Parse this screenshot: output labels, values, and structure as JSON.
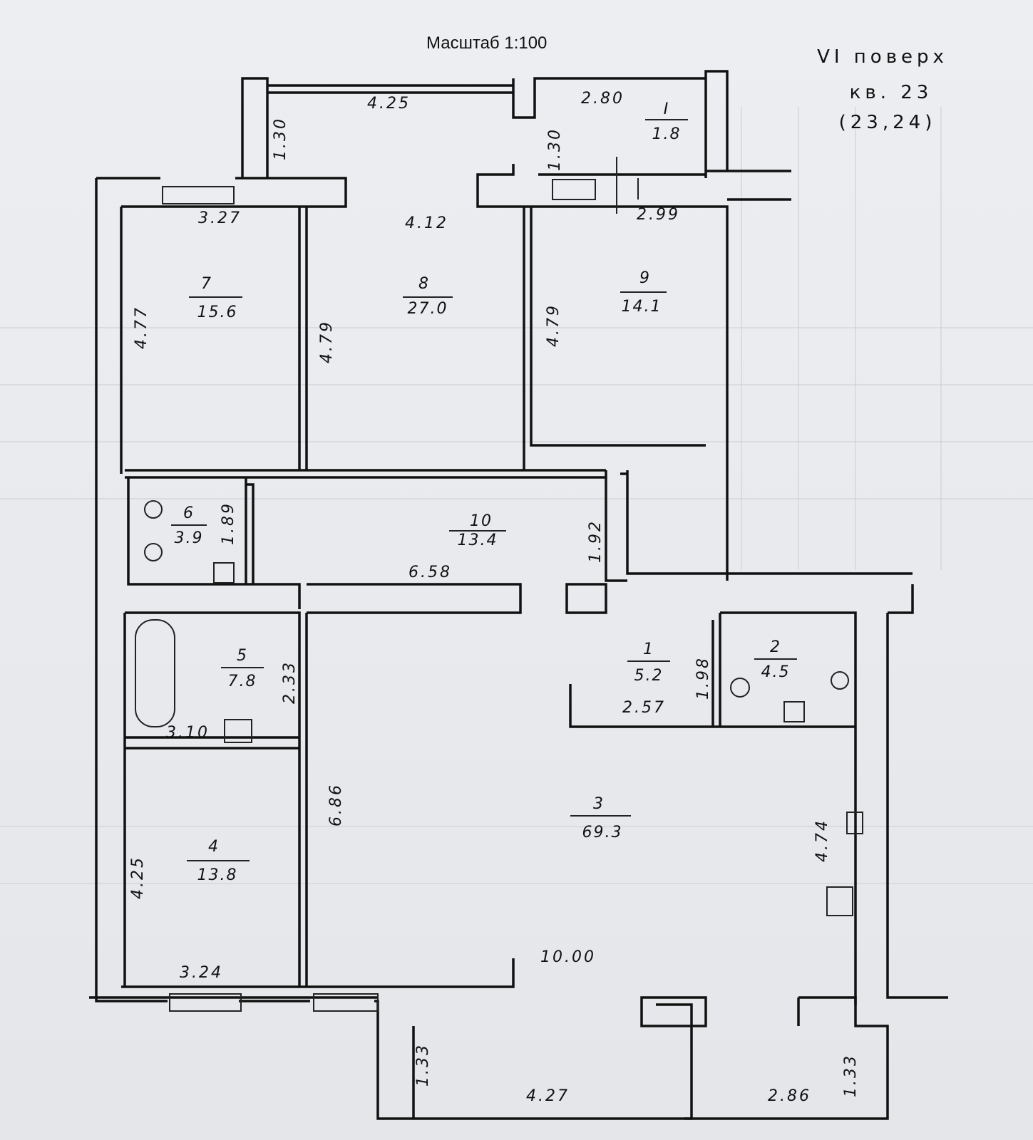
{
  "scale_label": "Масштаб 1:100",
  "header": {
    "floor": "VI поверх",
    "apartment": "кв. 23",
    "numbers": "(23,24)"
  },
  "rooms": [
    {
      "number": "1",
      "area": "5.2"
    },
    {
      "number": "2",
      "area": "4.5"
    },
    {
      "number": "3",
      "area": "69.3"
    },
    {
      "number": "4",
      "area": "13.8"
    },
    {
      "number": "5",
      "area": "7.8"
    },
    {
      "number": "6",
      "area": "3.9"
    },
    {
      "number": "7",
      "area": "15.6"
    },
    {
      "number": "8",
      "area": "27.0"
    },
    {
      "number": "9",
      "area": "14.1"
    },
    {
      "number": "10",
      "area": "13.4"
    },
    {
      "number": "I",
      "area": "1.8"
    }
  ],
  "dimensions": [
    "4.25",
    "1.30",
    "2.80",
    "1.30",
    "3.27",
    "4.12",
    "2.99",
    "4.77",
    "4.79",
    "4.79",
    "1.89",
    "1.92",
    "6.58",
    "2.33",
    "3.10",
    "1.98",
    "2.57",
    "6.86",
    "4.74",
    "4.25",
    "3.24",
    "10.00",
    "1.33",
    "4.27",
    "2.86",
    "1.33"
  ]
}
